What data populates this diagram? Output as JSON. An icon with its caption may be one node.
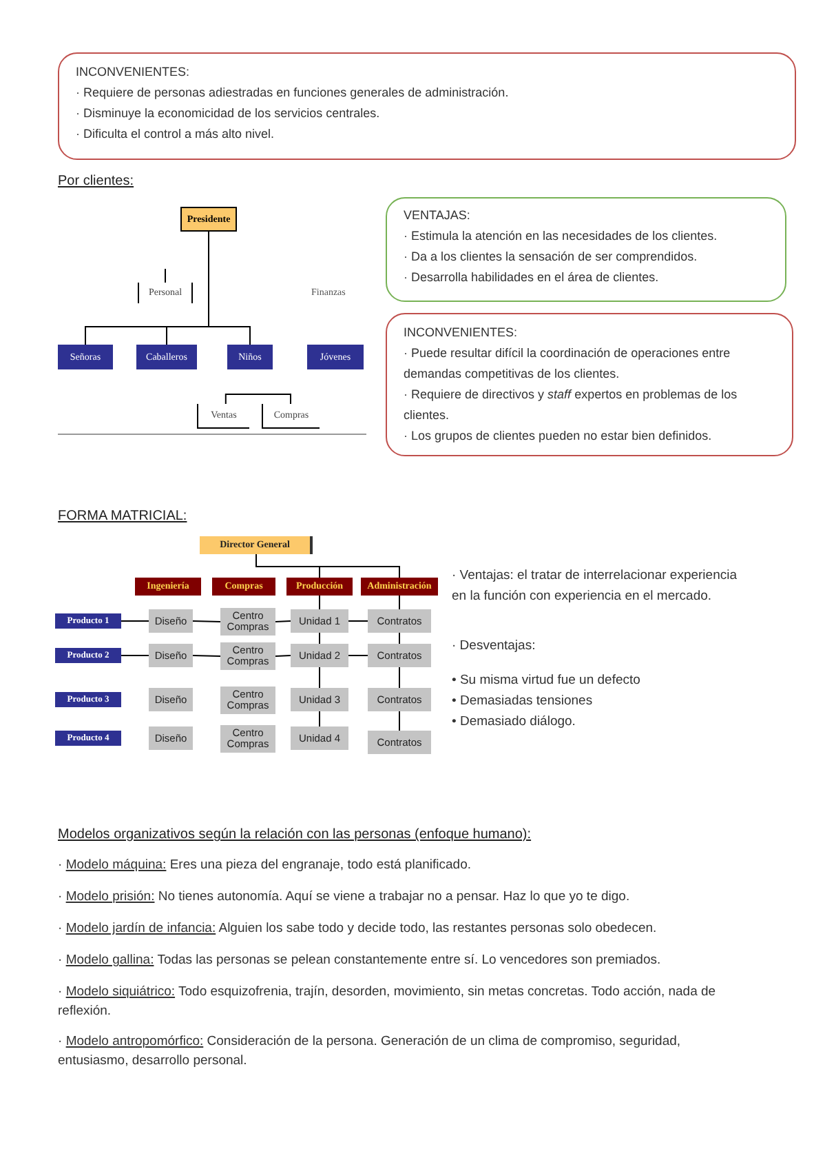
{
  "diagram": {
    "nodes": [
      {
        "text": [
          "INCONVENIENTES:",
          "· Requiere de personas adiestradas en funciones generales de administración.",
          "· Disminuye la economicidad de los servicios centrales.",
          "· Dificulta el control a más alto nivel."
        ]
      },
      {
        "text": [
          "VENTAJAS:",
          "· Estimula la atención en las necesidades de los clientes.",
          "· Da a los clientes la sensación de ser comprendidos.",
          "· Desarrolla habilidades en el área de clientes."
        ]
      },
      {
        "text": [
          "INCONVENIENTES:",
          "· Puede resultar difícil la coordinación de operaciones entre demandas competitivas de los clientes.",
          "· Requiere de directivos y *staff* expertos en problemas de los clientes.",
          "· Los grupos de clientes pueden no estar bien definidos."
        ]
      },
      {
        "text": [
          "Presidente"
        ]
      },
      {
        "text": [
          "Personal"
        ]
      },
      {
        "text": [
          "Señoras"
        ]
      },
      {
        "text": [
          "Caballeros"
        ]
      },
      {
        "text": [
          "Niños"
        ]
      },
      {
        "text": [
          "Jóvenes"
        ]
      },
      {
        "text": [
          "Ventas"
        ]
      },
      {
        "text": [
          "Compras"
        ]
      },
      {
        "text": [
          "Director General"
        ]
      },
      {
        "text": [
          "Ingeniería"
        ]
      },
      {
        "text": [
          "Compras"
        ]
      },
      {
        "text": [
          "Producción"
        ]
      },
      {
        "text": [
          "Administración"
        ]
      },
      {
        "text": [
          "Producto 1"
        ]
      },
      {
        "text": [
          "Diseño"
        ]
      },
      {
        "text": [
          "Centro Compras"
        ]
      },
      {
        "text": [
          "Unidad 1"
        ]
      },
      {
        "text": [
          "Contratos"
        ]
      },
      {
        "text": [
          "Producto 2"
        ]
      },
      {
        "text": [
          "Diseño"
        ]
      },
      {
        "text": [
          "Centro Compras"
        ]
      },
      {
        "text": [
          "Unidad 2"
        ]
      },
      {
        "text": [
          "Contratos"
        ]
      },
      {
        "text": [
          "Producto 3"
        ]
      },
      {
        "text": [
          "Diseño"
        ]
      },
      {
        "text": [
          "Centro Compras"
        ]
      },
      {
        "text": [
          "Unidad 3"
        ]
      },
      {
        "text": [
          "Contratos"
        ]
      },
      {
        "text": [
          "Producto 4"
        ]
      },
      {
        "text": [
          "Diseño"
        ]
      },
      {
        "text": [
          "Centro Compras"
        ]
      },
      {
        "text": [
          "Unidad 4"
        ]
      },
      {
        "text": [
          "Contratos"
        ]
      }
    ],
    "edges": [
      {
        "from": 3,
        "to": 5,
        "arrow": "none"
      },
      {
        "from": 3,
        "to": 6,
        "arrow": "none"
      },
      {
        "from": 3,
        "to": 7,
        "arrow": "none"
      },
      {
        "from": null,
        "to": 4,
        "arrow": "none"
      },
      {
        "from": 9,
        "to": 10,
        "arrow": "none"
      },
      {
        "from": 11,
        "to": 14,
        "arrow": "none"
      },
      {
        "from": 11,
        "to": 15,
        "arrow": "none"
      },
      {
        "from": 14,
        "to": 19,
        "arrow": "none"
      },
      {
        "from": 15,
        "to": 20,
        "arrow": "none"
      },
      {
        "from": 16,
        "to": 17,
        "arrow": "none"
      },
      {
        "from": 17,
        "to": 18,
        "arrow": "none"
      },
      {
        "from": 18,
        "to": 19,
        "arrow": "none"
      },
      {
        "from": 19,
        "to": 20,
        "arrow": "none"
      },
      {
        "from": 21,
        "to": 22,
        "arrow": "none"
      },
      {
        "from": 22,
        "to": 23,
        "arrow": "none"
      },
      {
        "from": 23,
        "to": 24,
        "arrow": "none"
      },
      {
        "from": 24,
        "to": 25,
        "arrow": "none"
      },
      {
        "from": 19,
        "to": 24,
        "arrow": "none"
      },
      {
        "from": 24,
        "to": 29,
        "arrow": "none"
      },
      {
        "from": 29,
        "to": 34,
        "arrow": "none"
      },
      {
        "from": 20,
        "to": 25,
        "arrow": "none"
      },
      {
        "from": 25,
        "to": 30,
        "arrow": "none"
      },
      {
        "from": 30,
        "to": 35,
        "arrow": "none"
      }
    ],
    "labels": [
      "Por clientes:",
      "Finanzas",
      "FORMA MATRICIAL:",
      "· Ventajas: el tratar de interrelacionar experiencia en la función con experiencia en el mercado.",
      "· Desventajas:",
      "• Su misma virtud fue un defecto",
      "• Demasiadas tensiones",
      "• Demasiado diálogo.",
      "Modelos organizativos según la relación con las personas (enfoque humano):",
      "· Modelo máquina:",
      "Eres una pieza del engranaje, todo está planificado.",
      "· Modelo prisión:",
      "No tienes autonomía. Aquí se viene a trabajar no a pensar. Haz lo que yo te digo.",
      "· Modelo jardín de infancia:",
      "Alguien los sabe todo y decide todo, las restantes personas solo obedecen.",
      "· Modelo gallina:",
      "Todas las personas se pelean constantemente entre sí. Lo vencedores son premiados.",
      "· Modelo siquiátrico:",
      "Todo esquizofrenia, trajín, desorden, movimiento, sin metas concretas. Todo acción, nada de reflexión.",
      "· Modelo antropomórfico:",
      "Consideración de la persona. Generación de un clima de compromiso, seguridad, entusiasmo, desarrollo personal."
    ]
  }
}
